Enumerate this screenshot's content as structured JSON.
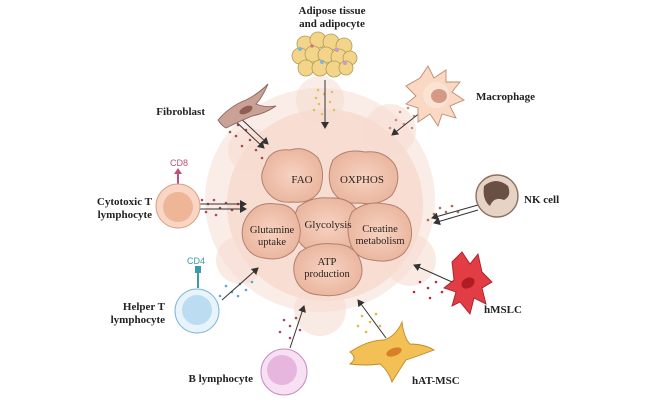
{
  "diagram": {
    "center_processes": {
      "fao": "FAO",
      "oxphos": "OXPHOS",
      "glycolysis": "Glycolysis",
      "glutamine_1": "Glutamine",
      "glutamine_2": "uptake",
      "creatine_1": "Creatine",
      "creatine_2": "metabolism",
      "atp_1": "ATP",
      "atp_2": "production"
    },
    "cells": {
      "adipose_1": "Adipose tissue",
      "adipose_2": "and adipocyte",
      "macrophage": "Macrophage",
      "fibroblast": "Fibroblast",
      "cd8_marker": "CD8",
      "cytotoxic_1": "Cytotoxic T",
      "cytotoxic_2": "lymphocyte",
      "nk": "NK cell",
      "cd4_marker": "CD4",
      "helper_1": "Helper T",
      "helper_2": "lymphocyte",
      "hmslc": "hMSLC",
      "b_lymphocyte": "B lymphocyte",
      "hat_msc": "hAT-MSC"
    },
    "colors": {
      "tumor_fill": "#f4c9b3",
      "tumor_stroke": "#b08070",
      "cd8": "#c0507a",
      "cd4": "#3a9aa8",
      "hmslc": "#d8323a",
      "hat_msc": "#f0b93a"
    }
  }
}
